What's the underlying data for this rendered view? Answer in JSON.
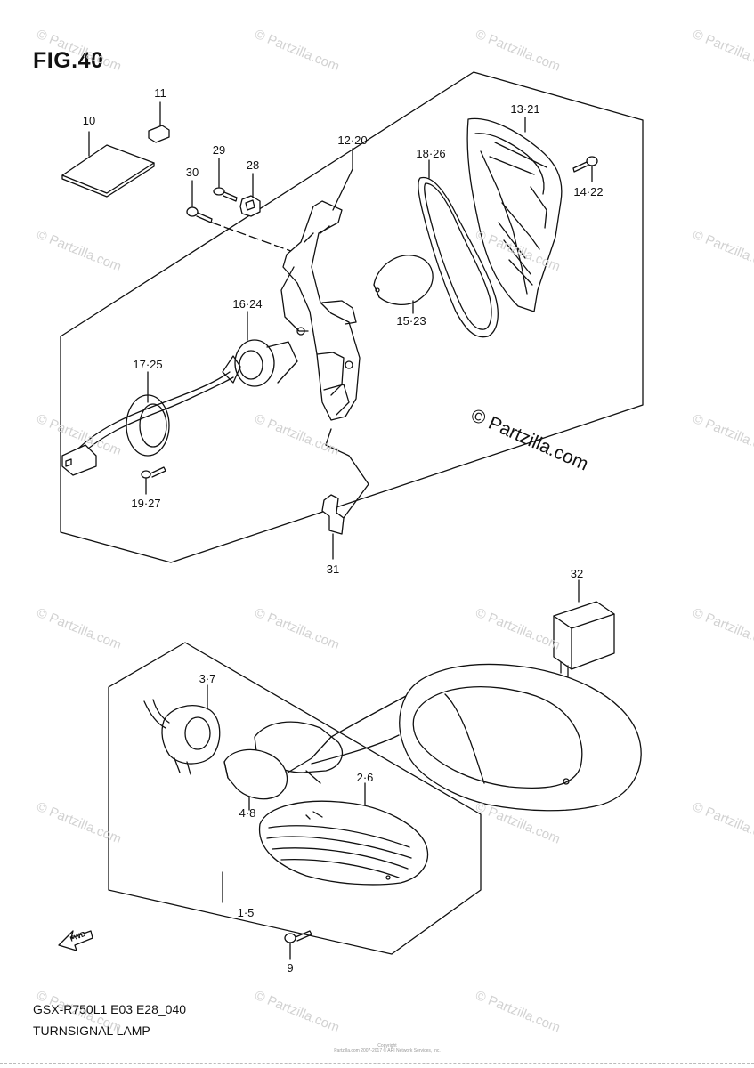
{
  "figure": {
    "title": "FIG.40",
    "footer_model": "GSX-R750L1 E03 E28_040",
    "footer_name": "TURNSIGNAL LAMP"
  },
  "watermark": {
    "brand_text": "© Partzilla.com",
    "repeat_text": "© Partzilla.com",
    "copyright_line1": "Copyright",
    "copyright_line2": "Partzilla.com 2007-2017 © ARI Network Services, Inc."
  },
  "fwd_badge": {
    "label": "FWD"
  },
  "callouts": [
    {
      "id": "c10",
      "label": "10"
    },
    {
      "id": "c11",
      "label": "11"
    },
    {
      "id": "c29",
      "label": "29"
    },
    {
      "id": "c28",
      "label": "28"
    },
    {
      "id": "c30",
      "label": "30"
    },
    {
      "id": "c12_20",
      "label": "12·20"
    },
    {
      "id": "c13_21",
      "label": "13·21"
    },
    {
      "id": "c18_26",
      "label": "18·26"
    },
    {
      "id": "c14_22",
      "label": "14·22"
    },
    {
      "id": "c16_24",
      "label": "16·24"
    },
    {
      "id": "c15_23",
      "label": "15·23"
    },
    {
      "id": "c17_25",
      "label": "17·25"
    },
    {
      "id": "c19_27",
      "label": "19·27"
    },
    {
      "id": "c31",
      "label": "31"
    },
    {
      "id": "c32",
      "label": "32"
    },
    {
      "id": "c3_7",
      "label": "3·7"
    },
    {
      "id": "c2_6",
      "label": "2·6"
    },
    {
      "id": "c4_8",
      "label": "4·8"
    },
    {
      "id": "c1_5",
      "label": "1·5"
    },
    {
      "id": "c9",
      "label": "9"
    }
  ],
  "colors": {
    "line": "#111111",
    "watermark": "#d2d2d2"
  }
}
